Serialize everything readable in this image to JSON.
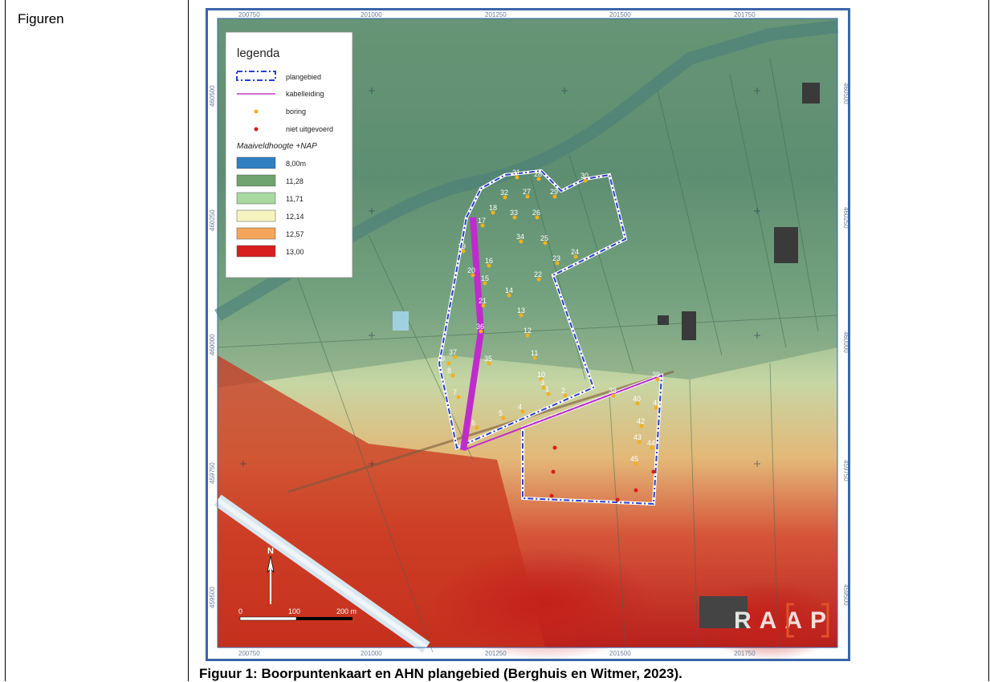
{
  "section_label": "Figuren",
  "caption": "Figuur 1: Boorpuntenkaart en AHN plangebied (Berghuis en Witmer, 2023).",
  "legend": {
    "title": "legenda",
    "items": [
      {
        "label": "plangebied",
        "symbol": "dashed-blue-outline"
      },
      {
        "label": "kabelleiding",
        "symbol": "magenta-line",
        "color": "#c040c0"
      },
      {
        "label": "boring",
        "symbol": "dot",
        "color": "#f2b01e"
      },
      {
        "label": "niet uitgevoerd",
        "symbol": "dot",
        "color": "#d81e1e"
      }
    ],
    "elevation_title": "Maaiveldhoogte +NAP",
    "elevation_classes": [
      {
        "label": "8,00m",
        "color": "#2f7fc1"
      },
      {
        "label": "11,28",
        "color": "#6fa36f"
      },
      {
        "label": "11,71",
        "color": "#a9d8a0"
      },
      {
        "label": "12,14",
        "color": "#f6f4be"
      },
      {
        "label": "12,57",
        "color": "#f5a65a"
      },
      {
        "label": "13,00",
        "color": "#d81e1e"
      }
    ]
  },
  "axis": {
    "x_ticks": [
      "200750",
      "201000",
      "201250",
      "201500",
      "201750"
    ],
    "y_ticks": [
      "460500",
      "460250",
      "460000",
      "459750",
      "459500"
    ]
  },
  "scale_bar": {
    "labels": [
      "0",
      "100",
      "200 m"
    ]
  },
  "north_label": "N",
  "logo": "RAAP",
  "borings": [
    "1",
    "2",
    "3",
    "4",
    "5",
    "6",
    "7",
    "8",
    "9",
    "10",
    "11",
    "12",
    "13",
    "14",
    "15",
    "16",
    "17",
    "18",
    "19",
    "20",
    "21",
    "22",
    "23",
    "24",
    "25",
    "26",
    "27",
    "28",
    "29",
    "30",
    "31",
    "32",
    "33",
    "34",
    "35",
    "36",
    "37",
    "38",
    "39",
    "40",
    "41",
    "42",
    "43",
    "44",
    "45"
  ]
}
